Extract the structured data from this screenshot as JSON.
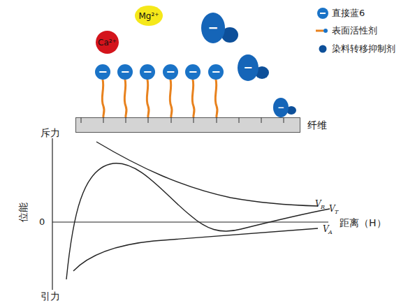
{
  "diagram": {
    "nodes": [
      {
        "text": [
          "Ca²⁺"
        ]
      },
      {
        "text": [
          "Mg²⁺"
        ]
      },
      {
        "text": [
          "纤维"
        ]
      },
      {
        "text": [
          "−"
        ]
      },
      {
        "text": [
          "−"
        ]
      },
      {
        "text": [
          "−"
        ]
      },
      {
        "text": [
          "−"
        ]
      },
      {
        "text": [
          "−"
        ]
      },
      {
        "text": [
          "−"
        ]
      },
      {
        "text": [
          "−"
        ]
      },
      {
        "text": [
          "−"
        ]
      },
      {
        "text": [
          "−"
        ]
      }
    ],
    "labels": [
      "斥力",
      "位能",
      "0",
      "V",
      "R",
      "V",
      "T",
      "距离（H）",
      "V",
      "A",
      "引力"
    ],
    "legend": [
      {
        "text": "直接蓝6"
      },
      {
        "text": "表面活性剂"
      },
      {
        "text": "染料转移抑制剂"
      }
    ]
  }
}
